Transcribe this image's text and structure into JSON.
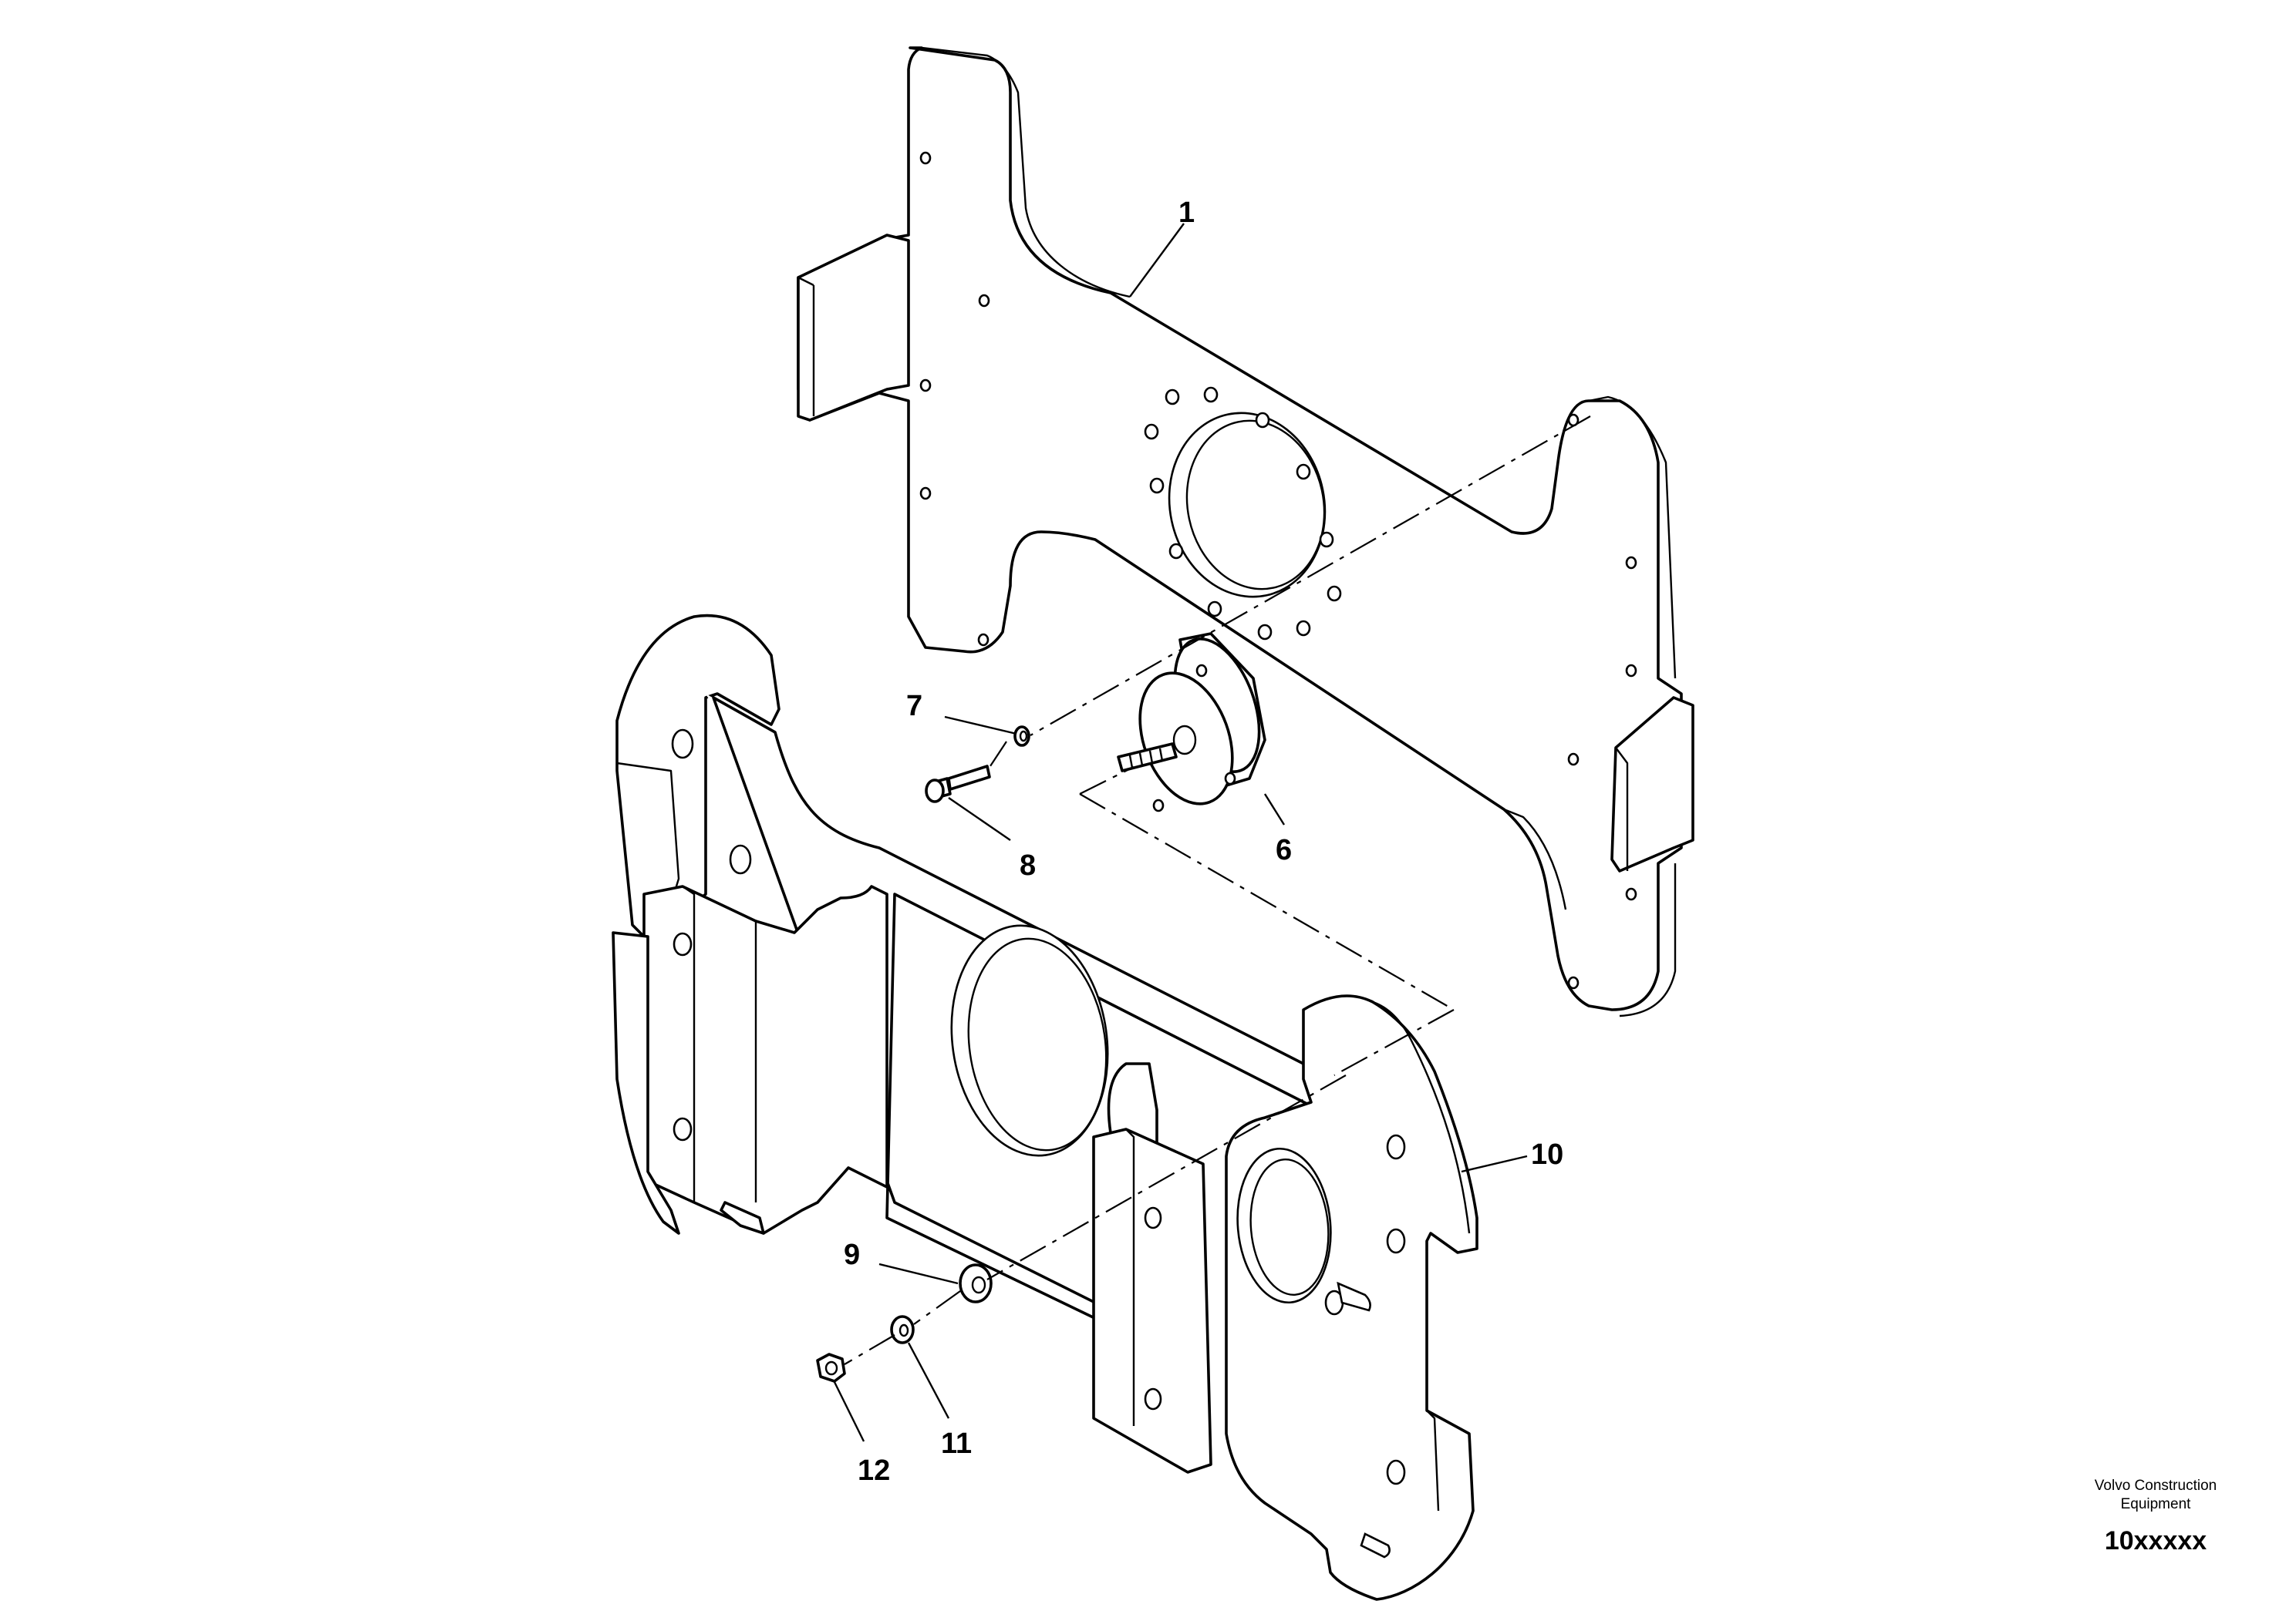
{
  "diagram": {
    "callouts": [
      {
        "id": "1",
        "label": "1"
      },
      {
        "id": "6",
        "label": "6"
      },
      {
        "id": "7",
        "label": "7"
      },
      {
        "id": "8",
        "label": "8"
      },
      {
        "id": "9",
        "label": "9"
      },
      {
        "id": "10",
        "label": "10"
      },
      {
        "id": "11",
        "label": "11"
      },
      {
        "id": "12",
        "label": "12"
      }
    ]
  },
  "footer": {
    "company_line1": "Volvo Construction",
    "company_line2": "Equipment",
    "code": "10xxxxx"
  }
}
